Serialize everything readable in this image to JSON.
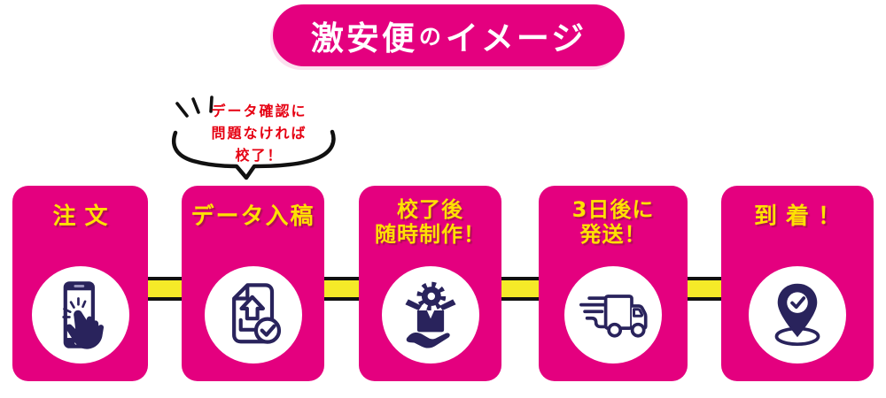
{
  "banner": {
    "part1": "激安便",
    "part2": "の",
    "part3": "イメージ",
    "full_title": "激安便のイメージ",
    "bg_color": "#E4007F",
    "text_color": "#FFFFFF"
  },
  "bubble": {
    "lines": [
      "データ確認に",
      "問題なければ",
      "校了！"
    ],
    "full_text": "データ確認に問題なければ校了！",
    "text_color": "#E60012",
    "outline_color": "#111111"
  },
  "flow": {
    "connector_color": "#F5EA28",
    "connector_border_color": "#111111"
  },
  "steps": [
    {
      "title": "注文",
      "lines": [
        "注文"
      ],
      "icon": "smartphone-tap-icon"
    },
    {
      "title": "データ入稿",
      "lines": [
        "データ入稿"
      ],
      "icon": "document-upload-check-icon"
    },
    {
      "title": "校了後随時制作！",
      "lines": [
        "校了後",
        "随時制作！"
      ],
      "icon": "gear-box-hand-icon"
    },
    {
      "title": "3日後に発送！",
      "lines": [
        "3日後に",
        "発送！"
      ],
      "icon": "delivery-truck-icon"
    },
    {
      "title": "到着！",
      "lines": [
        "到着！"
      ],
      "icon": "map-pin-check-icon"
    }
  ],
  "colors": {
    "card_bg": "#E4007F",
    "step_title_yellow": "#FFE003",
    "icon_navy": "#29235C",
    "background": "#FFFFFF"
  }
}
